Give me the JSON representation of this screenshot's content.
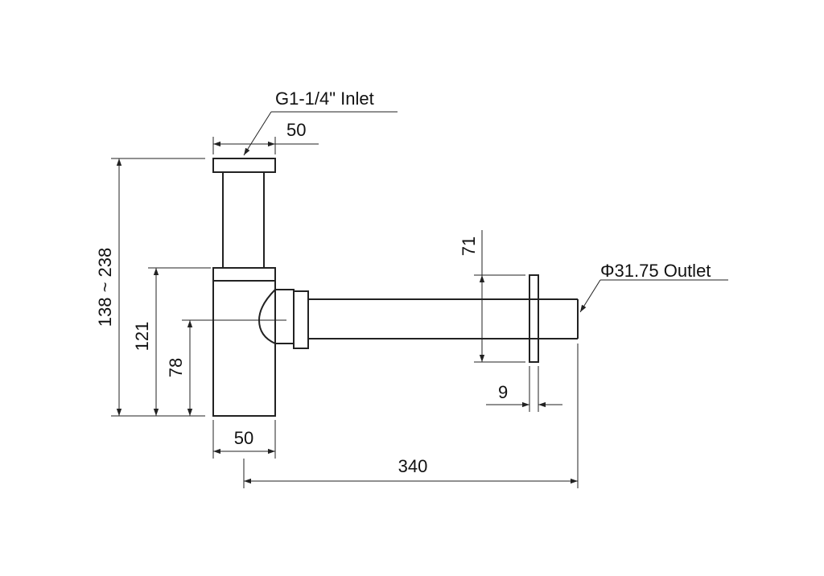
{
  "labels": {
    "inlet": "G1-1/4\" Inlet",
    "outlet": "Φ31.75 Outlet"
  },
  "dimensions": {
    "top_width": "50",
    "bottom_width": "50",
    "total_height": "138 ~ 238",
    "body_height": "121",
    "outlet_height": "78",
    "flange_height": "71",
    "flange_thickness": "9",
    "projection": "340"
  }
}
